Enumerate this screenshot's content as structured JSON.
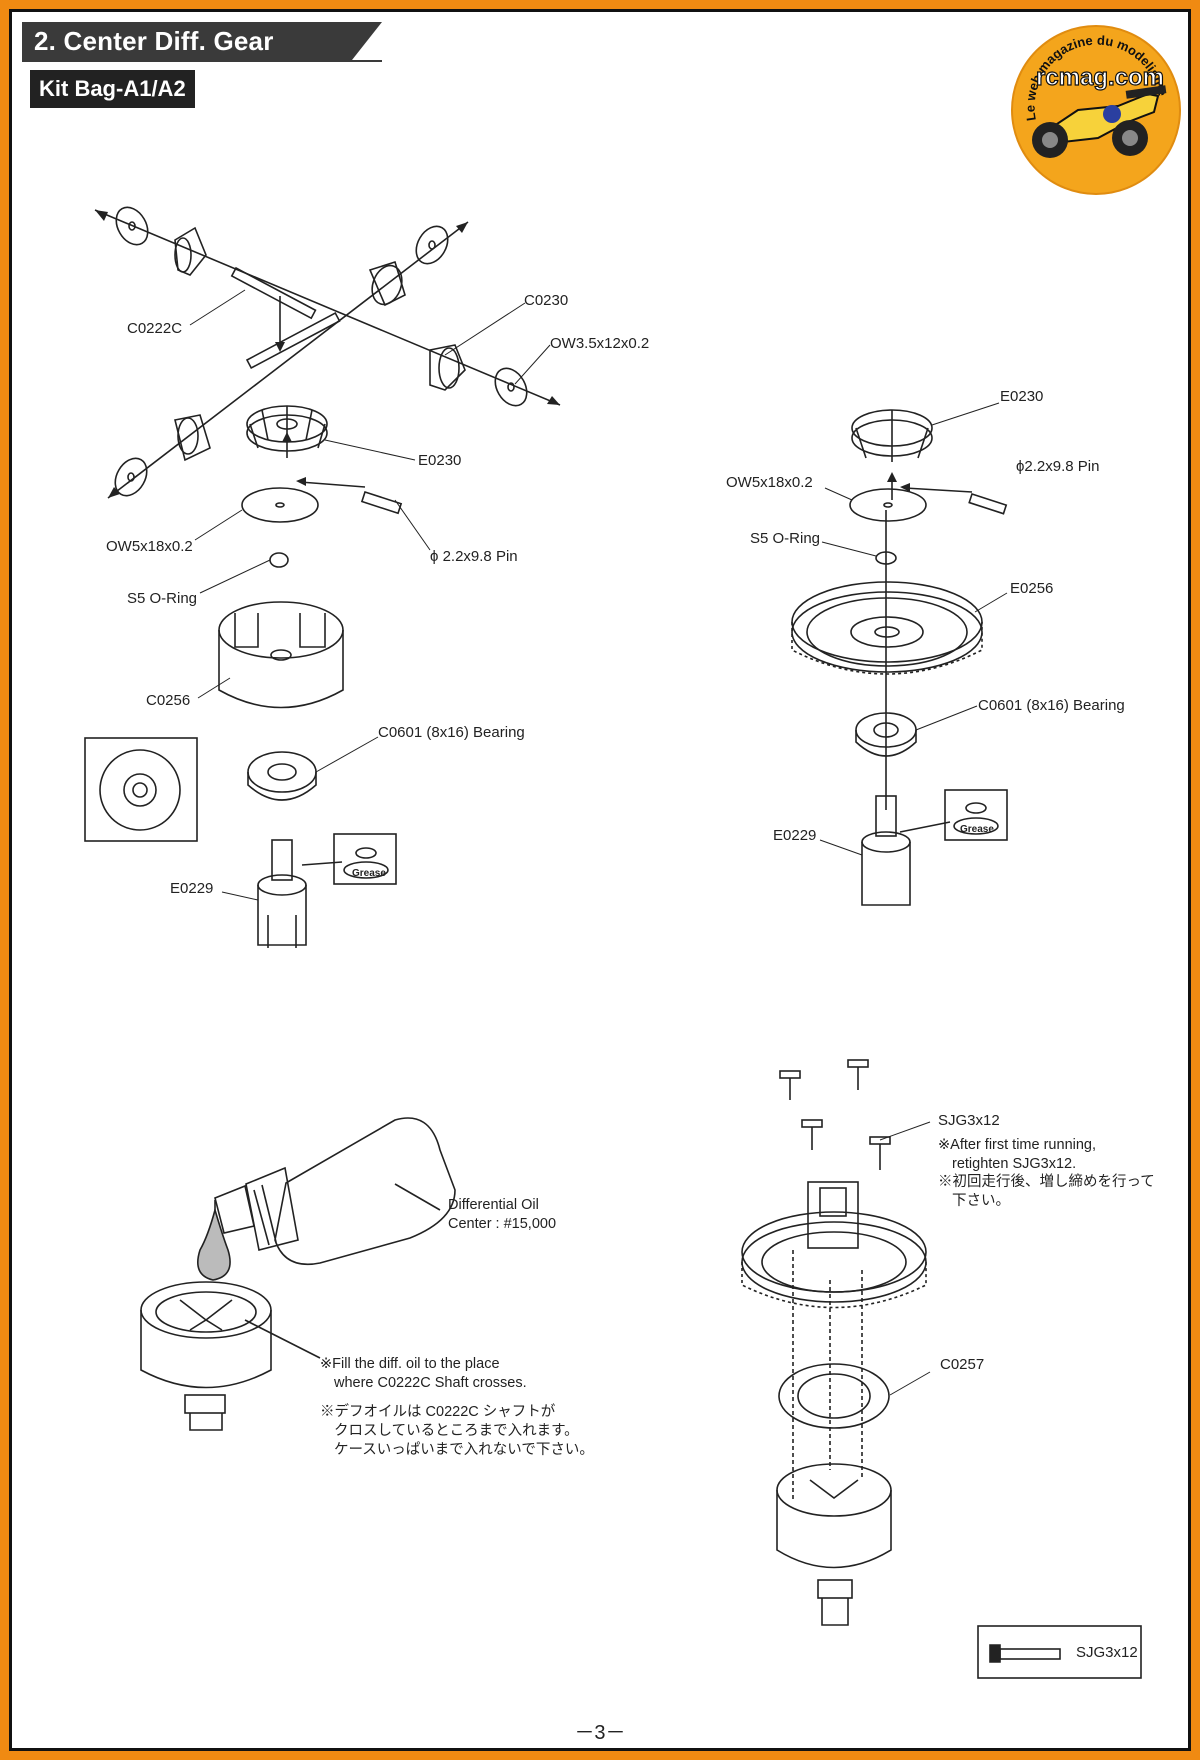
{
  "header": {
    "section_title": "2. Center Diff. Gear",
    "kit_bag": "Kit Bag-A1/A2"
  },
  "logo": {
    "top_arc_text": "Le web magazine du modelisme",
    "brand": "rcmag.com",
    "colors": {
      "badge": "#f4a51c",
      "brand_text": "#ffffff",
      "outline": "#111111"
    }
  },
  "step1": {
    "parts": {
      "shaft": "C0222C",
      "bevel_small": "C0230",
      "washer_small": "OW3.5x12x0.2",
      "bevel_large": "E0230",
      "washer_large": "OW5x18x0.2",
      "pin": "ϕ 2.2x9.8 Pin",
      "oring": "S5 O-Ring",
      "case": "C0256",
      "bearing": "C0601 (8x16) Bearing",
      "outdrive": "E0229"
    },
    "grease": "Grease"
  },
  "step2": {
    "parts": {
      "bevel_large": "E0230",
      "pin": "ϕ2.2x9.8 Pin",
      "washer_large": "OW5x18x0.2",
      "oring": "S5 O-Ring",
      "spur": "E0256",
      "bearing": "C0601 (8x16) Bearing",
      "outdrive": "E0229"
    },
    "grease": "Grease"
  },
  "step3": {
    "oil_label_line1": "Differential Oil",
    "oil_label_line2": "Center : #15,000",
    "note_en_line1": "※Fill the diff. oil to the place",
    "note_en_line2": "where C0222C Shaft crosses.",
    "note_jp_line1": "※デフオイルは C0222C シャフトが",
    "note_jp_line2": "クロスしているところまで入れます。",
    "note_jp_line3": "ケースいっぱいまで入れないで下さい。"
  },
  "step4": {
    "screw": "SJG3x12",
    "note_en_line1": "※After first time running,",
    "note_en_line2": "retighten SJG3x12.",
    "note_jp_line1": "※初回走行後、増し締めを行って",
    "note_jp_line2": "下さい。",
    "gasket": "C0257",
    "legend_screw": "SJG3x12"
  },
  "footer": {
    "page": "－3－"
  }
}
